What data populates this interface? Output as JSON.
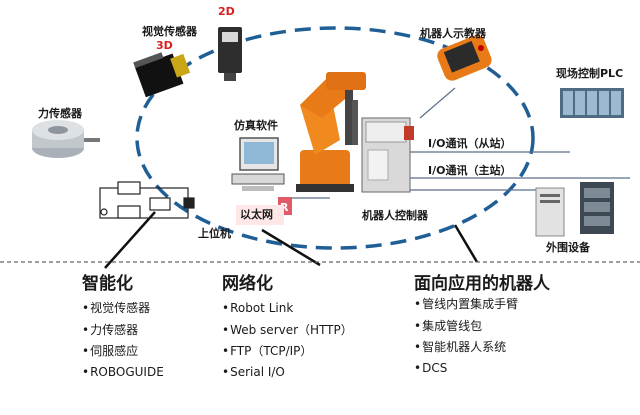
{
  "labels": {
    "vision_sensor": "视觉传感器",
    "label_2d": "2D",
    "label_3d": "3D",
    "force_sensor": "力传感器",
    "teach_pendant": "机器人示教器",
    "field_plc": "现场控制PLC",
    "simulation_software": "仿真软件",
    "io_slave": "I/O通讯（从站）",
    "io_master": "I/O通讯（主站）",
    "ethernet": "以太网",
    "robot_controller": "机器人控制器",
    "host_computer": "上位机",
    "peripherals": "外围设备"
  },
  "sections": [
    {
      "title": "智能化",
      "items": [
        "视觉传感器",
        "力传感器",
        "伺服感应",
        "ROBOGUIDE"
      ]
    },
    {
      "title": "网络化",
      "items": [
        "Robot Link",
        "Web server（HTTP）",
        "FTP（TCP/IP）",
        "Serial I/O"
      ]
    },
    {
      "title": "面向应用的机器人",
      "items": [
        "管线内置集成手臂",
        "集成管线包",
        "智能机器人系统",
        "DCS"
      ]
    }
  ],
  "colors": {
    "ellipse": "#1f5f95",
    "orange": "#e87a18",
    "red": "#d81e1e"
  }
}
